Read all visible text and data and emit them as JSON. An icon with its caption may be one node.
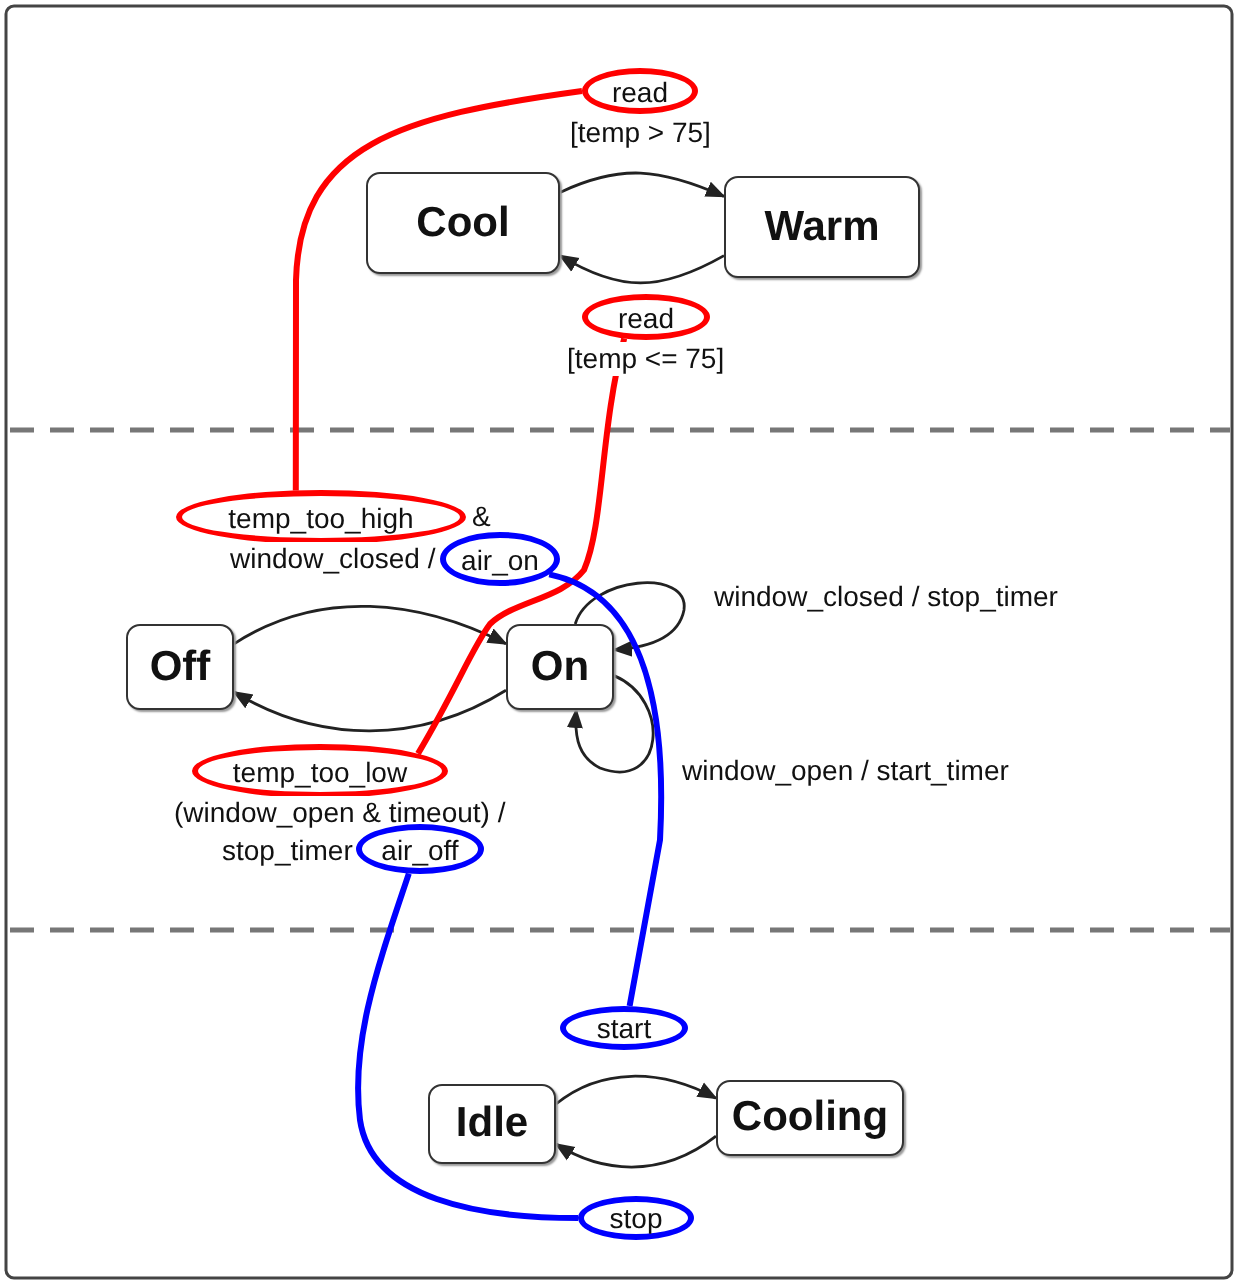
{
  "diagram": {
    "nodes": [
      {
        "text": [
          "Cool"
        ]
      },
      {
        "text": [
          "Warm"
        ]
      },
      {
        "text": [
          "read"
        ],
        "beside": [
          "[temp > 75]"
        ]
      },
      {
        "text": [
          "read"
        ],
        "beside": [
          "[temp <= 75]"
        ]
      },
      {
        "text": [
          "Off"
        ]
      },
      {
        "text": [
          "On"
        ]
      },
      {
        "text": [
          "temp_too_high"
        ],
        "beside": [
          "&"
        ]
      },
      {
        "text": [
          "air_on"
        ],
        "beside": [
          "window_closed /"
        ]
      },
      {
        "text": [
          "temp_too_low"
        ],
        "beside": [
          "(window_open & timeout) /"
        ]
      },
      {
        "text": [
          "air_off"
        ],
        "beside": [
          "stop_timer"
        ]
      },
      {
        "text": [
          "Idle"
        ]
      },
      {
        "text": [
          "Cooling"
        ]
      },
      {
        "text": [
          "start"
        ]
      },
      {
        "text": [
          "stop"
        ]
      }
    ],
    "edges": [
      {
        "from": 0,
        "to": 1,
        "arrow": "to"
      },
      {
        "from": 1,
        "to": 0,
        "arrow": "to"
      },
      {
        "from": 4,
        "to": 5,
        "arrow": "to"
      },
      {
        "from": 5,
        "to": 4,
        "arrow": "to"
      },
      {
        "from": 5,
        "to": 5,
        "arrow": "to",
        "label": "window_closed / stop_timer"
      },
      {
        "from": 5,
        "to": 5,
        "arrow": "to",
        "label": "window_open / start_timer"
      },
      {
        "from": 10,
        "to": 11,
        "arrow": "to"
      },
      {
        "from": 11,
        "to": 10,
        "arrow": "to"
      },
      {
        "from": 2,
        "to": 6,
        "arrow": "none",
        "style": "thick",
        "color": "#ff0000"
      },
      {
        "from": 3,
        "to": 8,
        "arrow": "none",
        "style": "thick",
        "color": "#ff0000"
      },
      {
        "from": 7,
        "to": 12,
        "arrow": "none",
        "style": "thick",
        "color": "#0000ff"
      },
      {
        "from": 9,
        "to": 13,
        "arrow": "none",
        "style": "thick",
        "color": "#0000ff"
      }
    ]
  }
}
